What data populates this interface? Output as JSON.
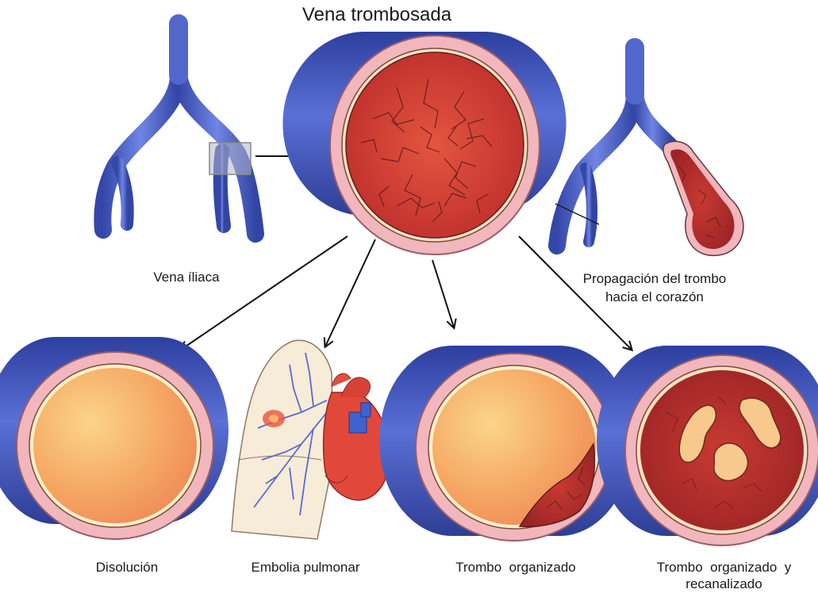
{
  "title": "Vena trombosada",
  "labels": {
    "iliac_vein": "Vena íliaca",
    "propagation_line1": "Propagación del trombo",
    "propagation_line2": "hacia el corazón",
    "dissolution": "Disolución",
    "pulmonary_embolism": "Embolia pulmonar",
    "organized": "Trombo  organizado",
    "organized_recanalized_line1": "Trombo  organizado  y",
    "organized_recanalized_line2": "recanalizado"
  },
  "colors": {
    "vein_blue": "#4a5ec0",
    "vessel_wall": "#f0b0b8",
    "clot_red": "#d8443a",
    "dissolved_yellow": "#f6b26b",
    "arrow": "#111111"
  },
  "icons": [
    "iliac-vein-icon",
    "vessel-cross-section-icon",
    "lung-icon",
    "heart-icon"
  ]
}
